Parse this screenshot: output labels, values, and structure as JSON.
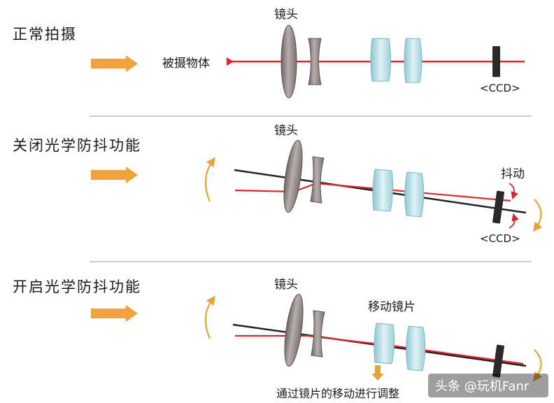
{
  "sections": [
    {
      "title": "正常拍摄",
      "lens_label": "镜头",
      "subject_label": "被摄物体",
      "ccd_label": "<CCD>"
    },
    {
      "title": "关闭光学防抖功能",
      "lens_label": "镜头",
      "shake_label": "抖动",
      "ccd_label": "<CCD>"
    },
    {
      "title": "开启光学防抖功能",
      "lens_label": "镜头",
      "moving_lens_label": "移动镜片",
      "adjust_label": "通过镜片的移动进行调整"
    }
  ],
  "watermark": "头条 @玩机Fanr",
  "colors": {
    "arrow": "#f2a23a",
    "ray_red": "#d8262c",
    "ray_black": "#222222",
    "lens_gray": "#9a8f8f",
    "lens_blue": "#bfe3ea",
    "ccd": "#2a2a2a",
    "divider": "#bdbdbd",
    "motion_arrow": "#e8a23a"
  }
}
